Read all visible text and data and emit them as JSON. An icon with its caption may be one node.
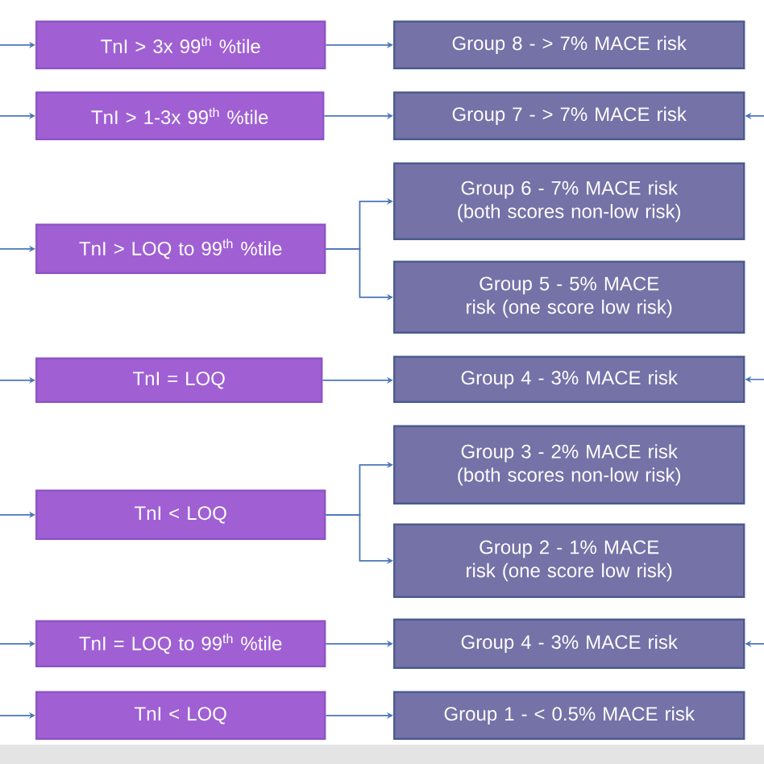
{
  "diagram": {
    "nodes": [
      {
        "text": [
          "TnI > 3x 99$^{th}$ %tile"
        ]
      },
      {
        "text": [
          "Group 8 - > 7% MACE risk"
        ]
      },
      {
        "text": [
          "TnI > 1-3x 99$^{th}$ %tile"
        ]
      },
      {
        "text": [
          "Group 7 - > 7% MACE risk"
        ]
      },
      {
        "text": [
          "TnI > LOQ to 99$^{th}$ %tile"
        ]
      },
      {
        "text": [
          "Group 6 - 7% MACE risk (both scores non-low risk)"
        ]
      },
      {
        "text": [
          "Group 5 - 5% MACE risk (one score low risk)"
        ]
      },
      {
        "text": [
          "TnI = LOQ"
        ]
      },
      {
        "text": [
          "Group 4 - 3% MACE risk"
        ]
      },
      {
        "text": [
          "TnI < LOQ"
        ]
      },
      {
        "text": [
          "Group 3 - 2% MACE risk (both scores non-low risk)"
        ]
      },
      {
        "text": [
          "Group 2 - 1% MACE risk (one score low risk)"
        ]
      },
      {
        "text": [
          "TnI = LOQ to 99$^{th}$ %tile"
        ]
      },
      {
        "text": [
          "Group 4 - 3% MACE risk"
        ]
      },
      {
        "text": [
          "TnI < LOQ"
        ]
      },
      {
        "text": [
          "Group 1 - < 0.5% MACE risk"
        ]
      }
    ],
    "edges": [
      {
        "from": null,
        "to": 0,
        "arrow": "to"
      },
      {
        "from": null,
        "to": 2,
        "arrow": "to"
      },
      {
        "from": null,
        "to": 4,
        "arrow": "to"
      },
      {
        "from": null,
        "to": 7,
        "arrow": "to"
      },
      {
        "from": null,
        "to": 9,
        "arrow": "to"
      },
      {
        "from": null,
        "to": 12,
        "arrow": "to"
      },
      {
        "from": null,
        "to": 14,
        "arrow": "to"
      },
      {
        "from": 0,
        "to": 1,
        "arrow": "to"
      },
      {
        "from": 2,
        "to": 3,
        "arrow": "to"
      },
      {
        "from": 4,
        "to": 5,
        "arrow": "to"
      },
      {
        "from": 4,
        "to": 6,
        "arrow": "to"
      },
      {
        "from": 7,
        "to": 8,
        "arrow": "to"
      },
      {
        "from": 9,
        "to": 10,
        "arrow": "to"
      },
      {
        "from": 9,
        "to": 11,
        "arrow": "to"
      },
      {
        "from": 12,
        "to": 13,
        "arrow": "to"
      },
      {
        "from": 14,
        "to": 15,
        "arrow": "to"
      },
      {
        "from": null,
        "to": 3,
        "arrow": "to"
      },
      {
        "from": null,
        "to": 8,
        "arrow": "to"
      },
      {
        "from": null,
        "to": 13,
        "arrow": "to"
      }
    ]
  }
}
